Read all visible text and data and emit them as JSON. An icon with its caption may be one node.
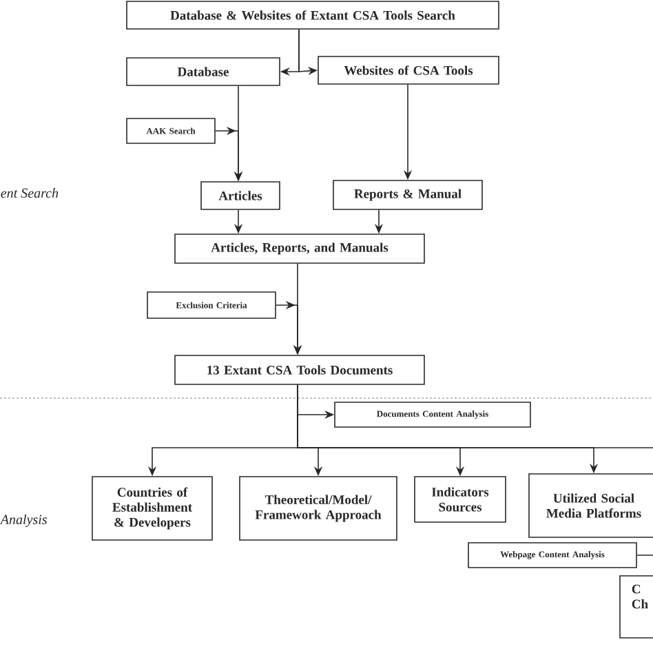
{
  "diagram": {
    "nodes": [
      {
        "text": [
          "Database & Websites of Extant CSA Tools Search"
        ]
      },
      {
        "text": [
          "Database"
        ]
      },
      {
        "text": [
          "Websites of CSA Tools"
        ]
      },
      {
        "text": [
          "AAK Search"
        ]
      },
      {
        "text": [
          "Articles"
        ]
      },
      {
        "text": [
          "Reports & Manual"
        ]
      },
      {
        "text": [
          "Articles, Reports, and Manuals"
        ]
      },
      {
        "text": [
          "Exclusion Criteria"
        ]
      },
      {
        "text": [
          "13 Extant CSA Tools Documents"
        ]
      },
      {
        "text": [
          "Documents Content Analysis"
        ]
      },
      {
        "text": [
          "Countries of Establishment & Developers"
        ]
      },
      {
        "text": [
          "Theoretical/Model/ Framework Approach"
        ]
      },
      {
        "text": [
          "Indicators Sources"
        ]
      },
      {
        "text": [
          "Utilized Social Media Platforms"
        ]
      },
      {
        "text": [
          "Webpage Content Analysis"
        ]
      },
      {
        "text": [
          "C Ch"
        ]
      }
    ],
    "edges": [
      {
        "from": 0,
        "to": 1,
        "arrow": "to"
      },
      {
        "from": 0,
        "to": 2,
        "arrow": "to"
      },
      {
        "from": 1,
        "to": 4,
        "arrow": "to"
      },
      {
        "from": 3,
        "to": 4,
        "arrow": "to"
      },
      {
        "from": 2,
        "to": 5,
        "arrow": "to"
      },
      {
        "from": 4,
        "to": 6,
        "arrow": "to"
      },
      {
        "from": 5,
        "to": 6,
        "arrow": "to"
      },
      {
        "from": 6,
        "to": 8,
        "arrow": "to"
      },
      {
        "from": 7,
        "to": 8,
        "arrow": "to"
      },
      {
        "from": 8,
        "to": 9,
        "arrow": "to"
      },
      {
        "from": 8,
        "to": 10,
        "arrow": "to"
      },
      {
        "from": 8,
        "to": 11,
        "arrow": "to"
      },
      {
        "from": 8,
        "to": 12,
        "arrow": "to"
      },
      {
        "from": 8,
        "to": 13,
        "arrow": "to"
      },
      {
        "from": 8,
        "to": null,
        "arrow": "none"
      },
      {
        "from": 14,
        "to": null,
        "arrow": "none"
      }
    ],
    "labels": [
      "ent Search",
      "Analysis"
    ]
  }
}
